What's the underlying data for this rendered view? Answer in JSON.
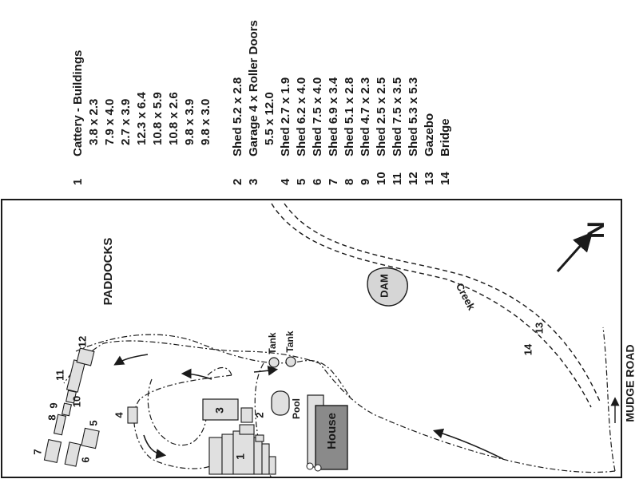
{
  "legend": {
    "items": [
      {
        "num": "1",
        "text": "Cattery - Buildings"
      },
      {
        "num": "",
        "text": "3.8 x 2.3"
      },
      {
        "num": "",
        "text": "7.9 x 4.0"
      },
      {
        "num": "",
        "text": "2.7 x 3.9"
      },
      {
        "num": "",
        "text": "12.3 x 6.4"
      },
      {
        "num": "",
        "text": "10.8 x 5.9"
      },
      {
        "num": "",
        "text": "10.8 x 2.6"
      },
      {
        "num": "",
        "text": "9.8 x 3.9"
      },
      {
        "num": "",
        "text": "9.8 x 3.0"
      },
      {
        "num": "",
        "text": ""
      },
      {
        "num": "2",
        "text": "Shed 5.2 x 2.8"
      },
      {
        "num": "3",
        "text": "Garage 4 x Roller Doors"
      },
      {
        "num": "",
        "text": "5.5 x 12.0"
      },
      {
        "num": "4",
        "text": "Shed 2.7 x 1.9"
      },
      {
        "num": "5",
        "text": "Shed 6.2 x 4.0"
      },
      {
        "num": "6",
        "text": "Shed 7.5 x 4.0"
      },
      {
        "num": "7",
        "text": "Shed 6.9 x 3.4"
      },
      {
        "num": "8",
        "text": "Shed 5.1 x 2.8"
      },
      {
        "num": "9",
        "text": "Shed 4.7 x 2.3"
      },
      {
        "num": "10",
        "text": "Shed 2.5 x 2.5"
      },
      {
        "num": "11",
        "text": "Shed 7.5 x 3.5"
      },
      {
        "num": "12",
        "text": "Shed 5.3 x 5.3"
      },
      {
        "num": "13",
        "text": "Gazebo"
      },
      {
        "num": "14",
        "text": "Bridge"
      }
    ]
  },
  "map": {
    "labels": {
      "paddocks": "PADDOCKS",
      "dam": "DAM",
      "creek": "Creek",
      "house": "House",
      "pool": "Pool",
      "tank1": "Tank",
      "tank2": "Tank",
      "road": "MUDGE ROAD",
      "north": "N"
    },
    "building_numbers": {
      "b1": "1",
      "b2": "2",
      "b3": "3",
      "b4": "4",
      "b5": "5",
      "b6": "6",
      "b7": "7",
      "b8": "8",
      "b9": "9",
      "b10": "10",
      "b11": "11",
      "b12": "12",
      "b13": "13",
      "b14": "14"
    },
    "colors": {
      "house_fill": "#8a8a8a",
      "building_fill": "#e0e0e0",
      "dam_fill": "#d6d6d6",
      "ink": "#1a1a1a"
    }
  }
}
